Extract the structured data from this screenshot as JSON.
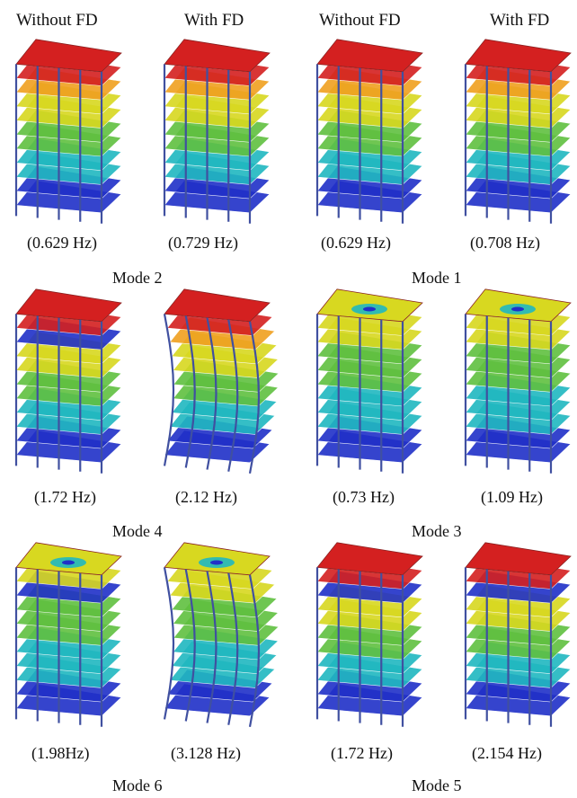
{
  "headers": [
    "Without FD",
    "With FD",
    "Without FD",
    "With FD"
  ],
  "rows": [
    {
      "buildings": [
        {
          "freq": "(0.629 Hz)",
          "pattern": "lateral"
        },
        {
          "freq": "(0.729 Hz)",
          "pattern": "lateral"
        },
        {
          "freq": "(0.629 Hz)",
          "pattern": "lateral"
        },
        {
          "freq": "(0.708 Hz)",
          "pattern": "lateral"
        }
      ],
      "modes": [
        "Mode 2",
        "Mode 1"
      ]
    },
    {
      "buildings": [
        {
          "freq": "(1.72 Hz)",
          "pattern": "lateral-band"
        },
        {
          "freq": "(2.12 Hz)",
          "pattern": "lateral-bend"
        },
        {
          "freq": "(0.73 Hz)",
          "pattern": "torsion"
        },
        {
          "freq": "(1.09 Hz)",
          "pattern": "torsion"
        }
      ],
      "modes": [
        "Mode 4",
        "Mode 3"
      ]
    },
    {
      "buildings": [
        {
          "freq": "(1.98Hz)",
          "pattern": "torsion-band"
        },
        {
          "freq": "(3.128 Hz)",
          "pattern": "torsion-bend"
        },
        {
          "freq": "(1.72 Hz)",
          "pattern": "lateral-band"
        },
        {
          "freq": "(2.154 Hz)",
          "pattern": "lateral-band"
        }
      ],
      "modes": [
        "Mode 6",
        "Mode 5"
      ]
    }
  ],
  "colors": {
    "max": "#d42020",
    "upper": "#f0a020",
    "mid": "#d8d820",
    "midlow": "#60c040",
    "low": "#20b8c0",
    "min": "#2030c8",
    "column": "#4050a0"
  }
}
